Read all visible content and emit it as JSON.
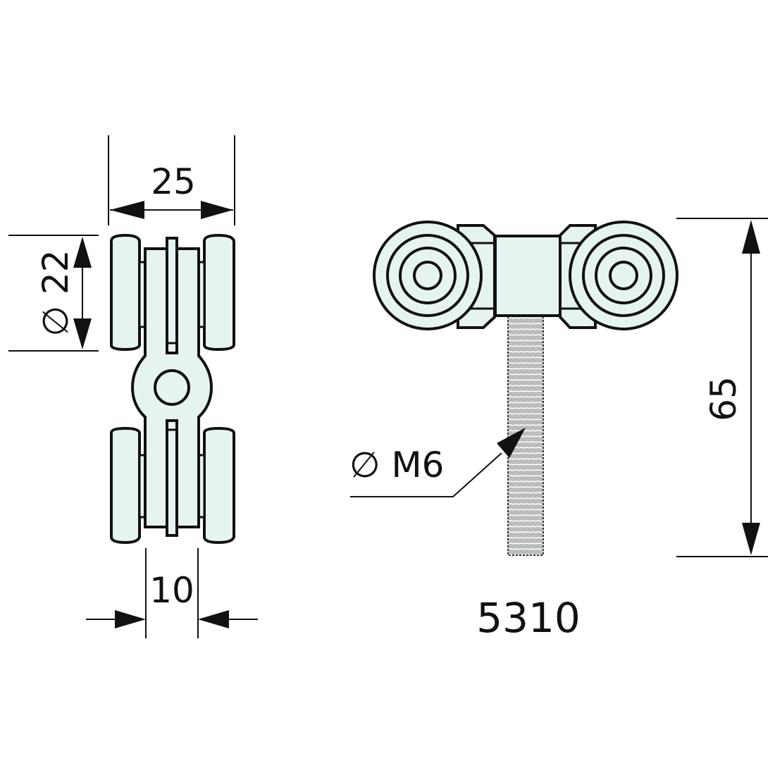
{
  "drawing": {
    "product_code": "5310",
    "colors": {
      "part_fill": "#e6f4f1",
      "line": "#111111",
      "thread_fill": "#b9bdbb",
      "background": "#ffffff"
    }
  },
  "side_view": {
    "dim_width_total": "25",
    "dim_wheel_diameter": "∅ 22",
    "dim_inner_width": "10"
  },
  "front_view": {
    "dim_height_total": "65",
    "thread_label": "∅ M6"
  }
}
